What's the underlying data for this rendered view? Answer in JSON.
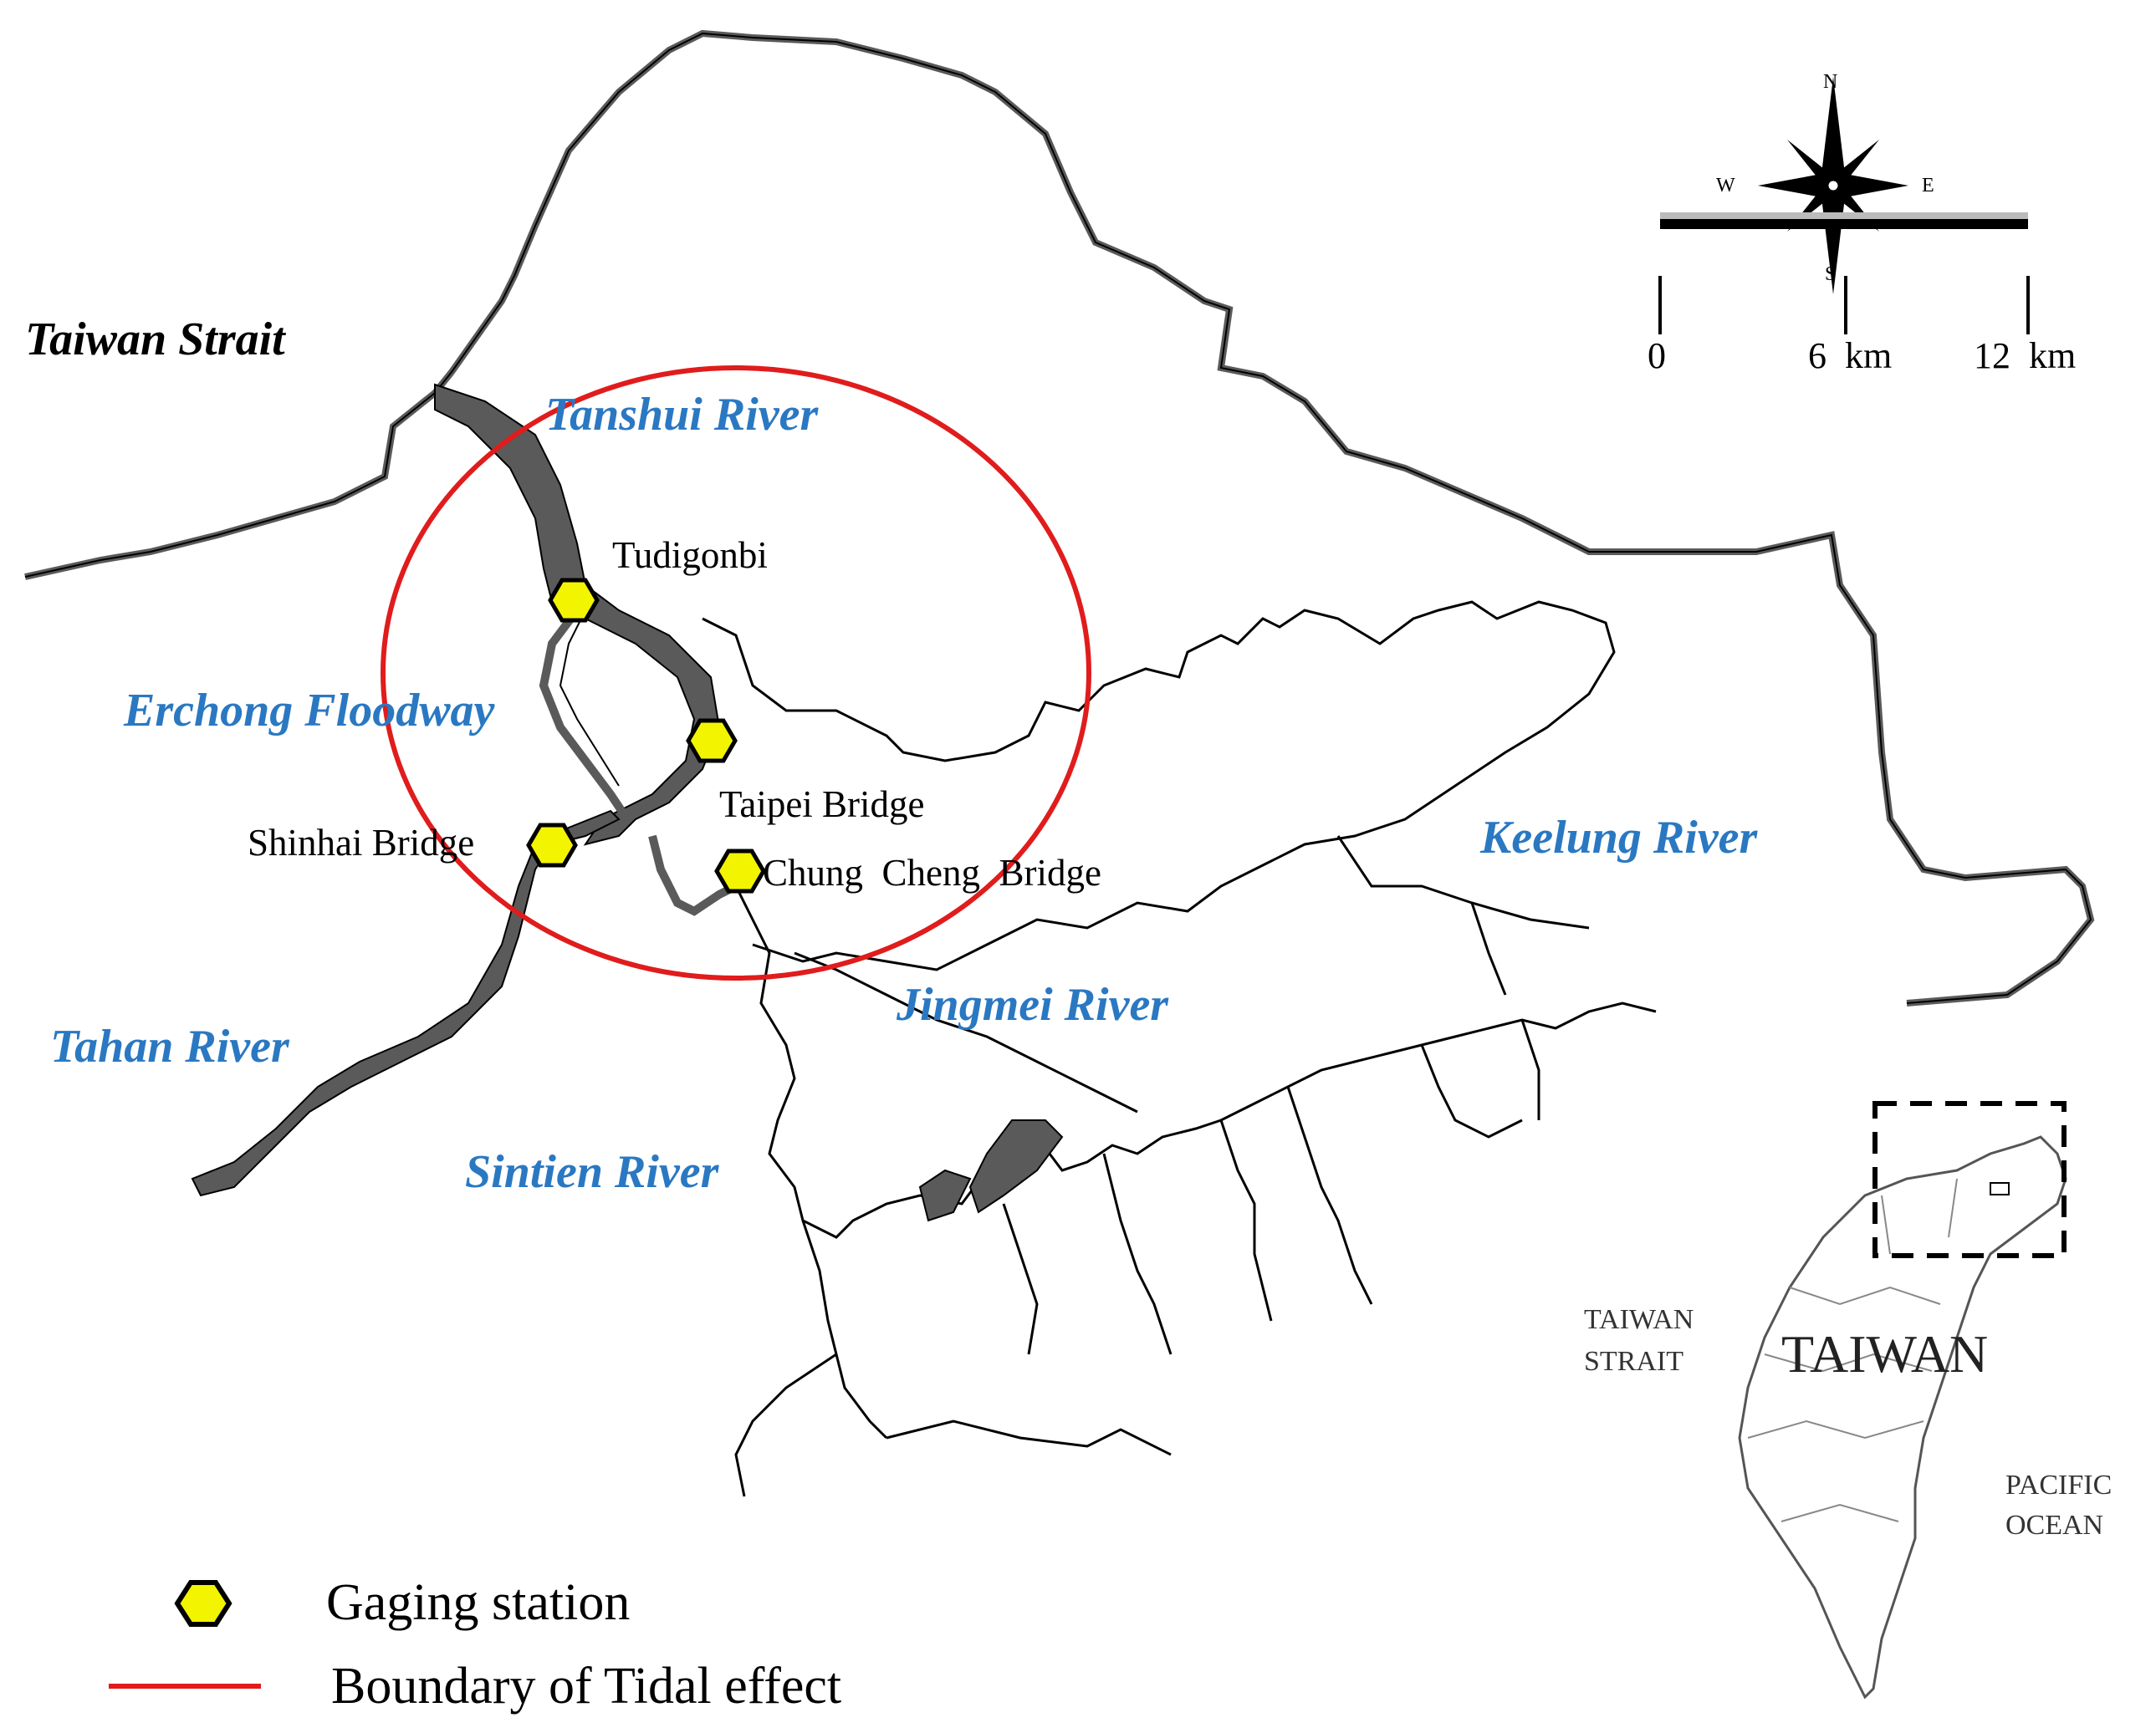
{
  "colors": {
    "river_label": "#2a78c2",
    "tidal_boundary": "#e01c1c",
    "station_fill": "#f3f400",
    "river_fill": "#5a5a5a",
    "line": "#000000"
  },
  "labels": {
    "taiwan_strait": "Taiwan Strait",
    "tanshui_river": "Tanshui River",
    "erchong_floodway": "Erchong Floodway",
    "tahan_river": "Tahan River",
    "sintien_river": "Sintien River",
    "jingmei_river": "Jingmei River",
    "keelung_river": "Keelung River"
  },
  "stations": {
    "tudigonbi": "Tudigonbi",
    "taipei_bridge": "Taipei Bridge",
    "shinhai_bridge": "Shinhai Bridge",
    "chung_cheng_bridge": "Chung  Cheng  Bridge"
  },
  "compass": {
    "n": "N",
    "s": "S",
    "e": "E",
    "w": "W",
    "icon": "compass-rose-icon"
  },
  "scale": {
    "tick_0": "0",
    "tick_6": "6  km",
    "tick_12": "12  km"
  },
  "inset": {
    "taiwan_strait": [
      "TAIWAN",
      "STRAIT"
    ],
    "taiwan": "TAIWAN",
    "pacific_ocean": [
      "PACIFIC",
      "OCEAN"
    ]
  },
  "legend": {
    "gaging_station": "Gaging station",
    "tidal_boundary": "Boundary of Tidal effect"
  }
}
